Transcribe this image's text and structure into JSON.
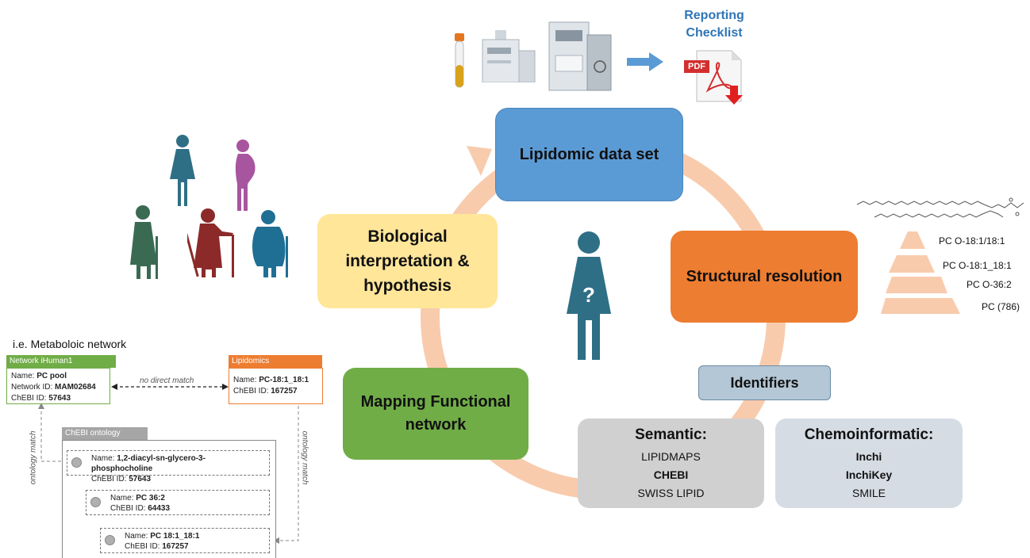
{
  "top": {
    "reporting_line1": "Reporting",
    "reporting_line2": "Checklist",
    "pdf_label": "PDF"
  },
  "cycle": {
    "lipidomic": "Lipidomic data set",
    "structural": "Structural resolution",
    "biological_line1": "Biological",
    "biological_line2": "interpretation &",
    "biological_line3": "hypothesis",
    "mapping_line1": "Mapping Functional",
    "mapping_line2": "network",
    "center_symbol": "?"
  },
  "identifiers": {
    "title": "Identifiers",
    "semantic": {
      "title": "Semantic:",
      "items": [
        "LIPIDMAPS",
        "CHEBI",
        "SWISS LIPID"
      ]
    },
    "chemoinformatic": {
      "title": "Chemoinformatic:",
      "items": [
        "Inchi",
        "InchiKey",
        "SMILE"
      ]
    }
  },
  "pyramid": {
    "levels": [
      "PC O-18:1/18:1",
      "PC O-18:1_18:1",
      "PC O-36:2",
      "PC (786)"
    ]
  },
  "network": {
    "caption": "i.e. Metaboloic network",
    "ihuman": {
      "header": "Network iHuman1",
      "name_label": "Name:",
      "name_value": "PC pool",
      "netid_label": "Network ID:",
      "netid_value": "MAM02684",
      "chebi_label": "ChEBI ID:",
      "chebi_value": "57643"
    },
    "no_match": "no direct match",
    "lipidomics": {
      "header": "Lipidomics",
      "name_label": "Name:",
      "name_value": "PC-18:1_18:1",
      "chebi_label": "ChEBI ID:",
      "chebi_value": "167257"
    },
    "ontology": {
      "header": "ChEBI ontology",
      "entries": [
        {
          "name_label": "Name:",
          "name_value": "1,2-diacyl-sn-glycero-3-phosphocholine",
          "chebi_label": "ChEBI ID:",
          "chebi_value": "57643"
        },
        {
          "name_label": "Name:",
          "name_value": "PC 36:2",
          "chebi_label": "ChEBI ID:",
          "chebi_value": "64433"
        },
        {
          "name_label": "Name:",
          "name_value": "PC 18:1_18:1",
          "chebi_label": "ChEBI ID:",
          "chebi_value": "167257"
        }
      ]
    },
    "ontology_match": "ontology match"
  },
  "colors": {
    "lipidomic": "#5b9bd5",
    "structural": "#ed7d31",
    "biological": "#ffe699",
    "mapping": "#70ad47",
    "cycle_arrow": "#f8cbad",
    "person_teal": "#2e6f86",
    "person_purple": "#a855a0",
    "person_green": "#3a6b52",
    "person_red": "#8c2a2a",
    "person_blue": "#1f6f94",
    "reporting": "#2e75b6"
  }
}
